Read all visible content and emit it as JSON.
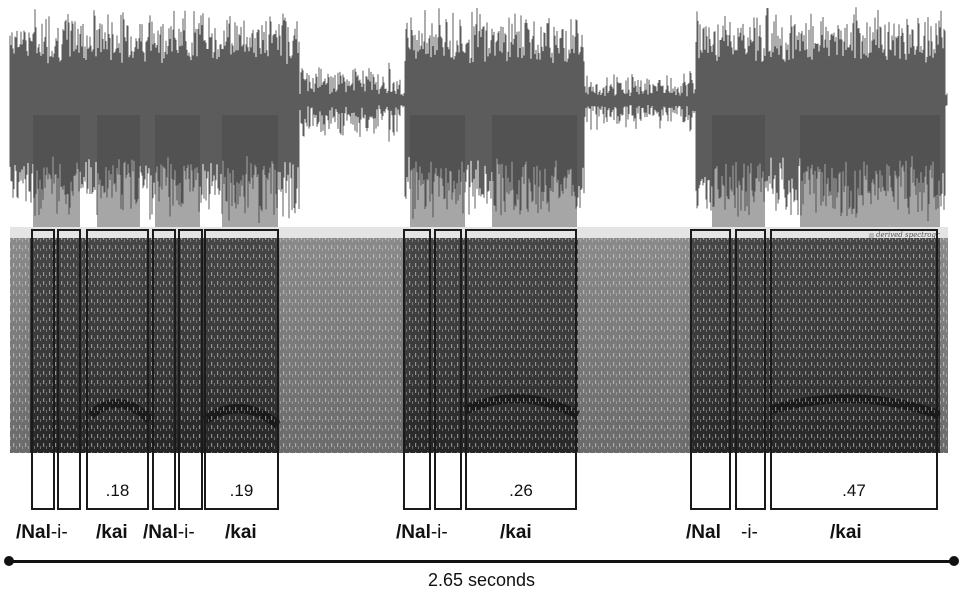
{
  "figure": {
    "spectrogram_tag": "derived spectrogr",
    "durations": [
      ".18",
      ".19",
      ".26",
      ".47"
    ],
    "labels": {
      "g1_nal": "/Nal",
      "g1_i": "-i-",
      "g1_kai": "/kai",
      "g2_nal": "/Nal",
      "g2_i": "-i-",
      "g3_kai": "/kai",
      "g4_nal": "/Nal",
      "g4_i": "-i-",
      "g5_kai": "/kai",
      "g6_nal": "/Nal",
      "g6_i": "-i-",
      "g7_kai": "/kai"
    },
    "timeline": "2.65 seconds"
  },
  "colors": {
    "waveform": "#4a4a4a",
    "waveform_highlight": "#a6a6a6",
    "box_stroke": "#1a1a1a"
  }
}
